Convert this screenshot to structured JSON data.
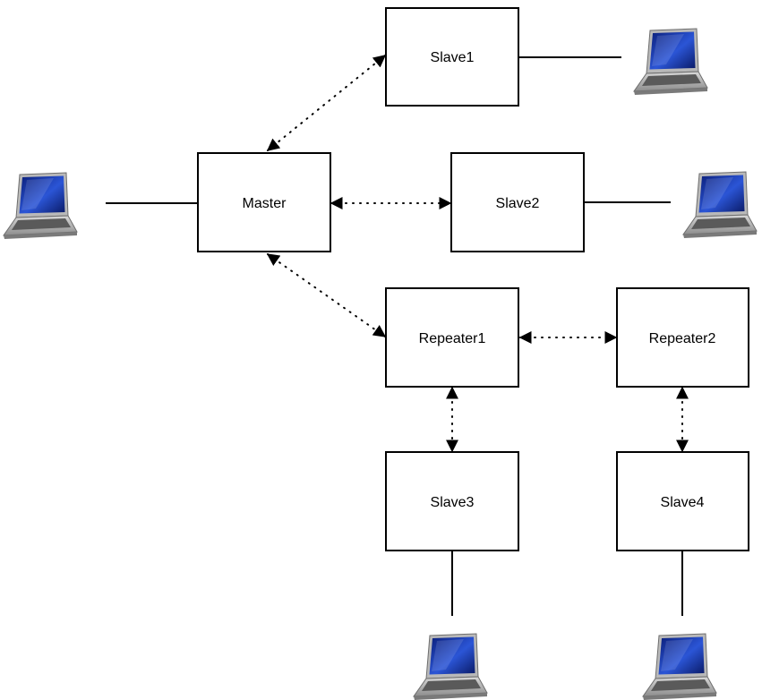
{
  "nodes": {
    "slave1": "Slave1",
    "master": "Master",
    "slave2": "Slave2",
    "repeater1": "Repeater1",
    "repeater2": "Repeater2",
    "slave3": "Slave3",
    "slave4": "Slave4"
  },
  "icons": {
    "computer": "laptop-icon"
  },
  "colors": {
    "line": "#000000",
    "box_border": "#000000",
    "screen": "#1f3fa8",
    "laptop_body": "#9a9a9a"
  }
}
